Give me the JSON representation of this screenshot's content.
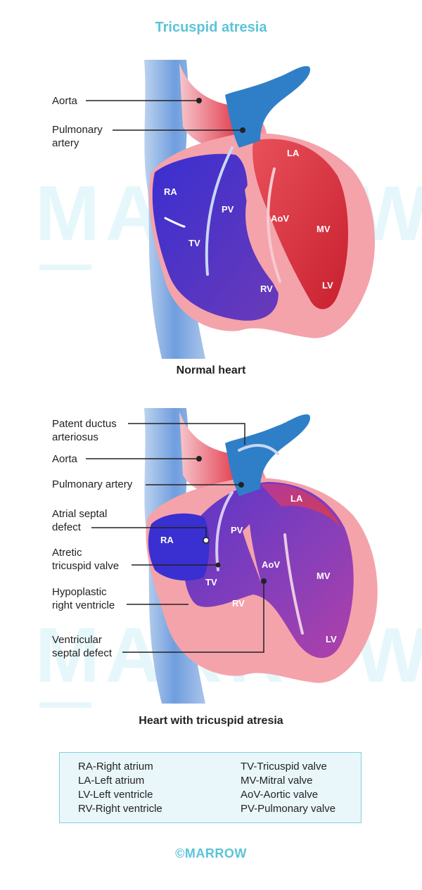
{
  "title": "Tricuspid atresia",
  "watermark": "MARROW",
  "normal_heart": {
    "caption": "Normal heart",
    "callouts": {
      "aorta": "Aorta",
      "pulmonary_artery_line1": "Pulmonary",
      "pulmonary_artery_line2": "artery"
    },
    "labels": {
      "ra": "RA",
      "la": "LA",
      "pv": "PV",
      "aov": "AoV",
      "mv": "MV",
      "tv": "TV",
      "rv": "RV",
      "lv": "LV"
    }
  },
  "atresia_heart": {
    "caption": "Heart with tricuspid atresia",
    "callouts": {
      "pda_line1": "Patent ductus",
      "pda_line2": "arteriosus",
      "aorta": "Aorta",
      "pulmonary_artery": "Pulmonary artery",
      "asd_line1": "Atrial septal",
      "asd_line2": "defect",
      "atretic_line1": "Atretic",
      "atretic_line2": "tricuspid valve",
      "hypo_line1": "Hypoplastic",
      "hypo_line2": "right ventricle",
      "vsd_line1": "Ventricular",
      "vsd_line2": "septal defect"
    },
    "labels": {
      "ra": "RA",
      "la": "LA",
      "pv": "PV",
      "aov": "AoV",
      "mv": "MV",
      "tv": "TV",
      "rv": "RV",
      "lv": "LV"
    }
  },
  "legend": {
    "left": [
      "RA-Right atrium",
      "LA-Left atrium",
      "LV-Left ventricle",
      "RV-Right ventricle"
    ],
    "right": [
      "TV-Tricuspid valve",
      "MV-Mitral valve",
      "AoV-Aortic valve",
      "PV-Pulmonary valve"
    ]
  },
  "footer": "©MARROW",
  "colors": {
    "title": "#5bc4d8",
    "oxygenated": "#d8323e",
    "deoxygenated": "#3a2fc0",
    "mixed": "#7a3ab8",
    "myocardium": "#f4a3ab",
    "vessel_blue": "#2f7fc8",
    "legend_border": "#7fd0df",
    "legend_bg": "#eaf7fa"
  }
}
